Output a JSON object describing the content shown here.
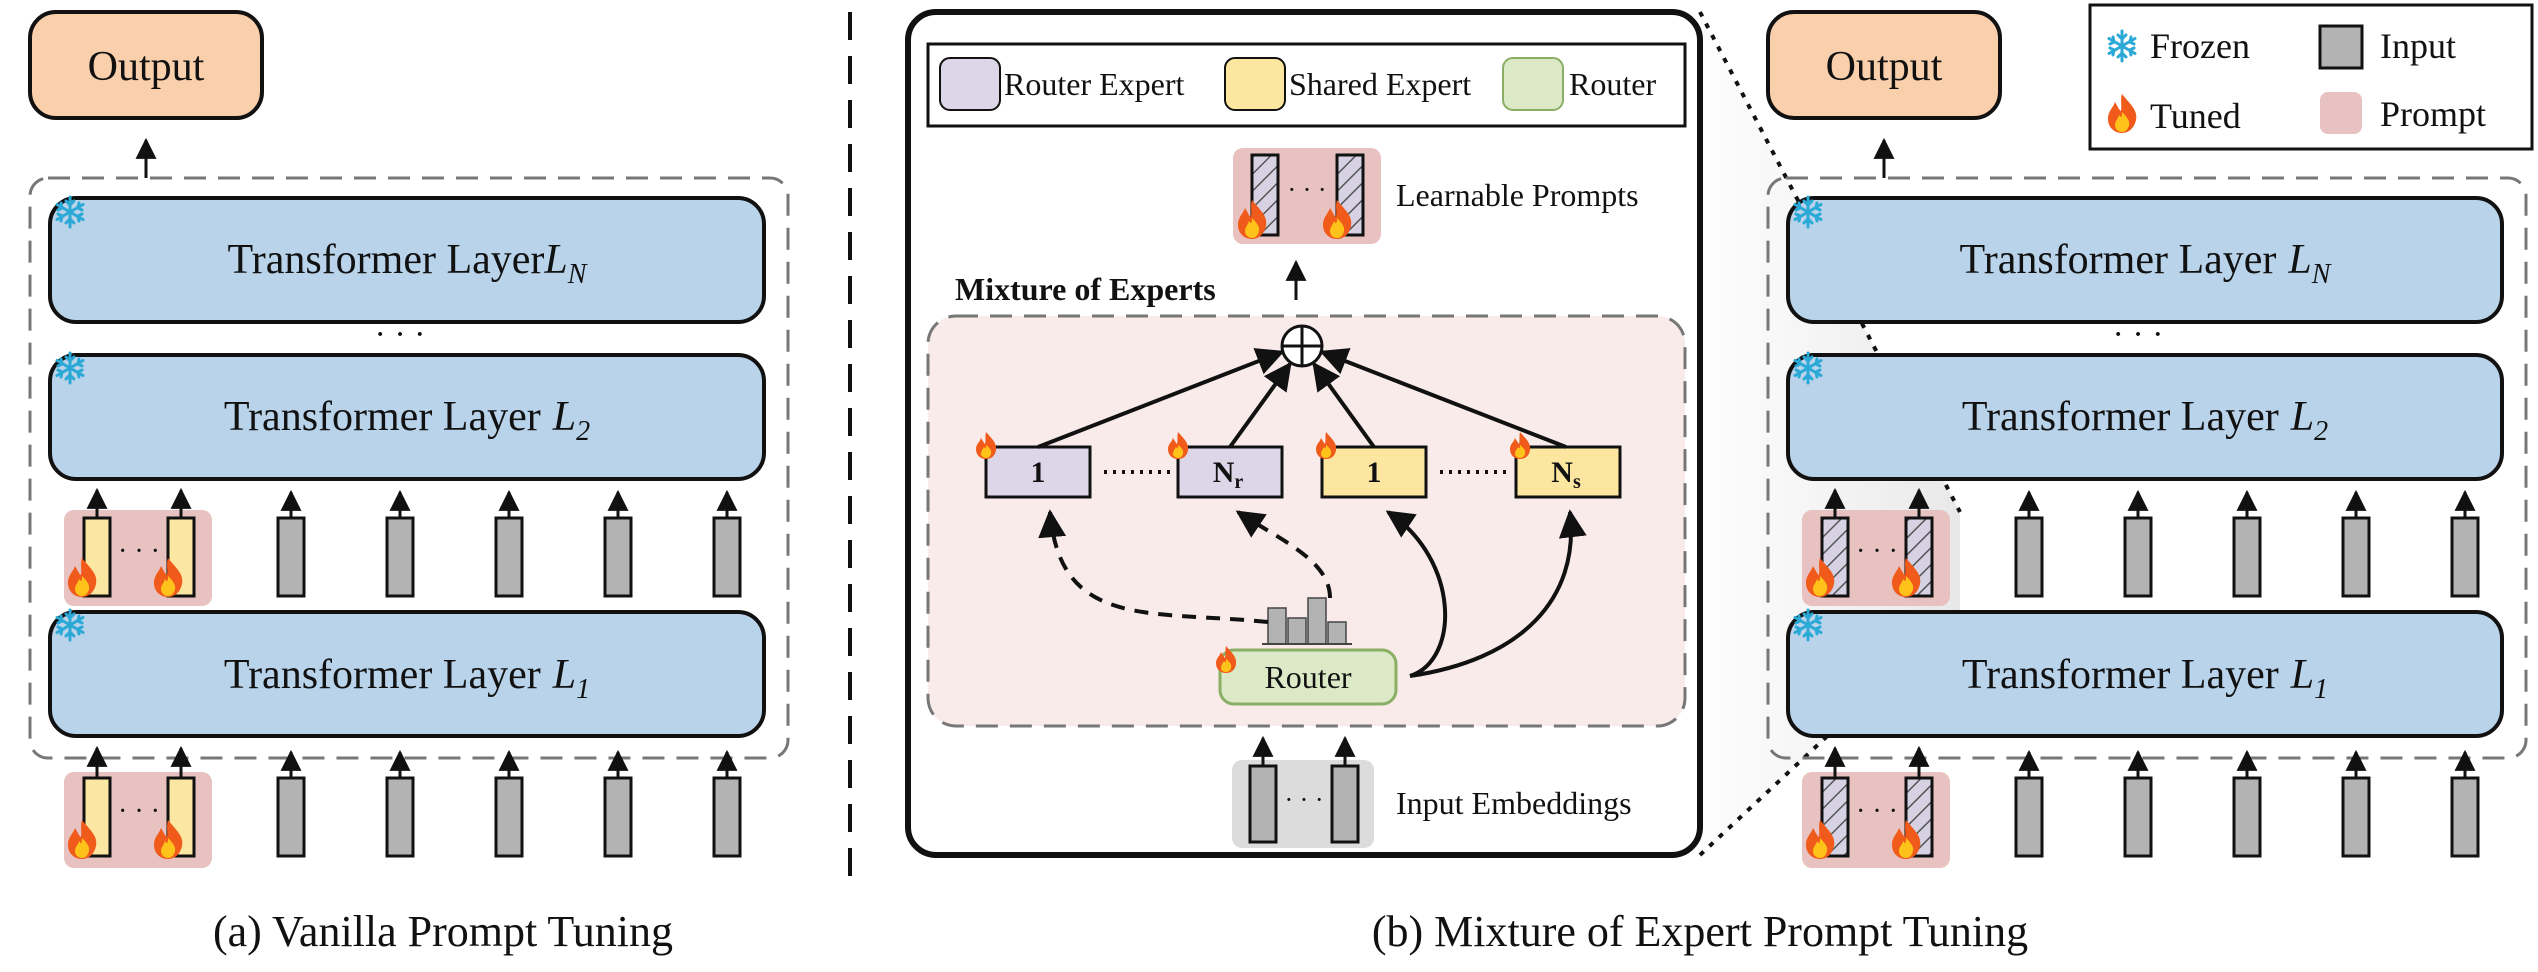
{
  "panel_a": {
    "output_label": "Output",
    "layer_prefix": "Transformer Layer",
    "layer_n_sub": "N",
    "layer_2_sub": "2",
    "layer_1_sub": "1",
    "vdots": "· · ·",
    "prompt_dots": "· · ·",
    "caption": "(a)  Vanilla Prompt Tuning"
  },
  "panel_b": {
    "legend_router_expert": "Router Expert",
    "legend_shared_expert": "Shared Expert",
    "legend_router": "Router",
    "learnable_prompts": "Learnable Prompts",
    "moe_title": "Mixture of Experts",
    "expert_r1": "1",
    "expert_nr": "N",
    "expert_nr_sub": "r",
    "expert_s1": "1",
    "expert_ns": "N",
    "expert_ns_sub": "s",
    "router_label": "Router",
    "input_embeddings": "Input Embeddings",
    "output_label": "Output",
    "layer_prefix": "Transformer Layer",
    "layer_n_sub": "N",
    "layer_2_sub": "2",
    "layer_1_sub": "1",
    "caption": "(b)  Mixture of Expert Prompt Tuning"
  },
  "legend": {
    "frozen": "Frozen",
    "tuned": "Tuned",
    "input": "Input",
    "prompt": "Prompt"
  },
  "colors": {
    "output_fill": "#f9cfac",
    "layer_fill": "#b8d3ea",
    "input_fill": "#b3b3b3",
    "prompt_bg": "#e8c2c0",
    "prompt_token": "#fbe6a2",
    "router_expert": "#ddd6e8",
    "shared_expert": "#fde7a0",
    "router_fill": "#dbe9c7",
    "router_stroke": "#8aae64",
    "moe_bg": "#f8ebea",
    "snow": "#2aa8d6",
    "fire_outer": "#f05a1a",
    "fire_inner": "#ffc21a"
  }
}
